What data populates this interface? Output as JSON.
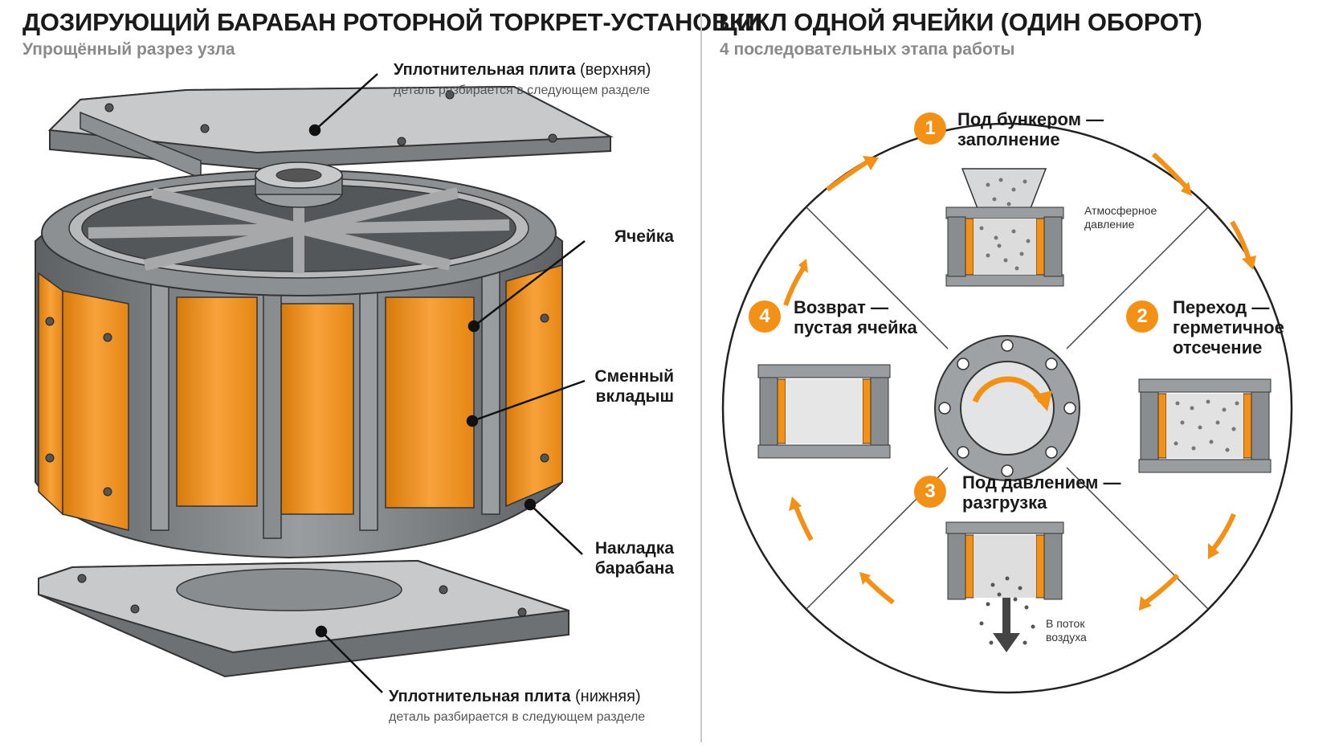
{
  "left": {
    "title": "ДОЗИРУЮЩИЙ БАРАБАН РОТОРНОЙ ТОРКРЕТ-УСТАНОВКИ",
    "subtitle": "Упрощённый разрез узла",
    "callouts": {
      "top_plate": {
        "name": "Уплотнительная плита",
        "qualifier": "(верхняя)",
        "note": "деталь разбирается в следующем разделе"
      },
      "cell": "Ячейка",
      "liner": [
        "Сменный",
        "вкладыш"
      ],
      "overlay": [
        "Накладка",
        "барабана"
      ],
      "bottom_plate": {
        "name": "Уплотнительная плита",
        "qualifier": "(нижняя)",
        "note": "деталь разбирается в следующем разделе"
      }
    }
  },
  "right": {
    "title": "ЦИКЛ ОДНОЙ ЯЧЕЙКИ (ОДИН ОБОРОТ)",
    "subtitle": "4 последовательных этапа работы",
    "steps": [
      {
        "num": "1",
        "line1": "Под бункером —",
        "line2": "заполнение",
        "note": [
          "Атмосферное",
          "давление"
        ]
      },
      {
        "num": "2",
        "line1": "Переход —",
        "line2": "герметичное",
        "line3": "отсечение"
      },
      {
        "num": "3",
        "line1": "Под давлением —",
        "line2": "разгрузка",
        "note": [
          "В поток",
          "воздуха"
        ]
      },
      {
        "num": "4",
        "line1": "Возврат —",
        "line2": "пустая ячейка"
      }
    ]
  },
  "colors": {
    "accent": "#f39016",
    "steel": "#7a7d80",
    "steel_light": "#c4c6c8",
    "divider": "#c9c9c9"
  }
}
